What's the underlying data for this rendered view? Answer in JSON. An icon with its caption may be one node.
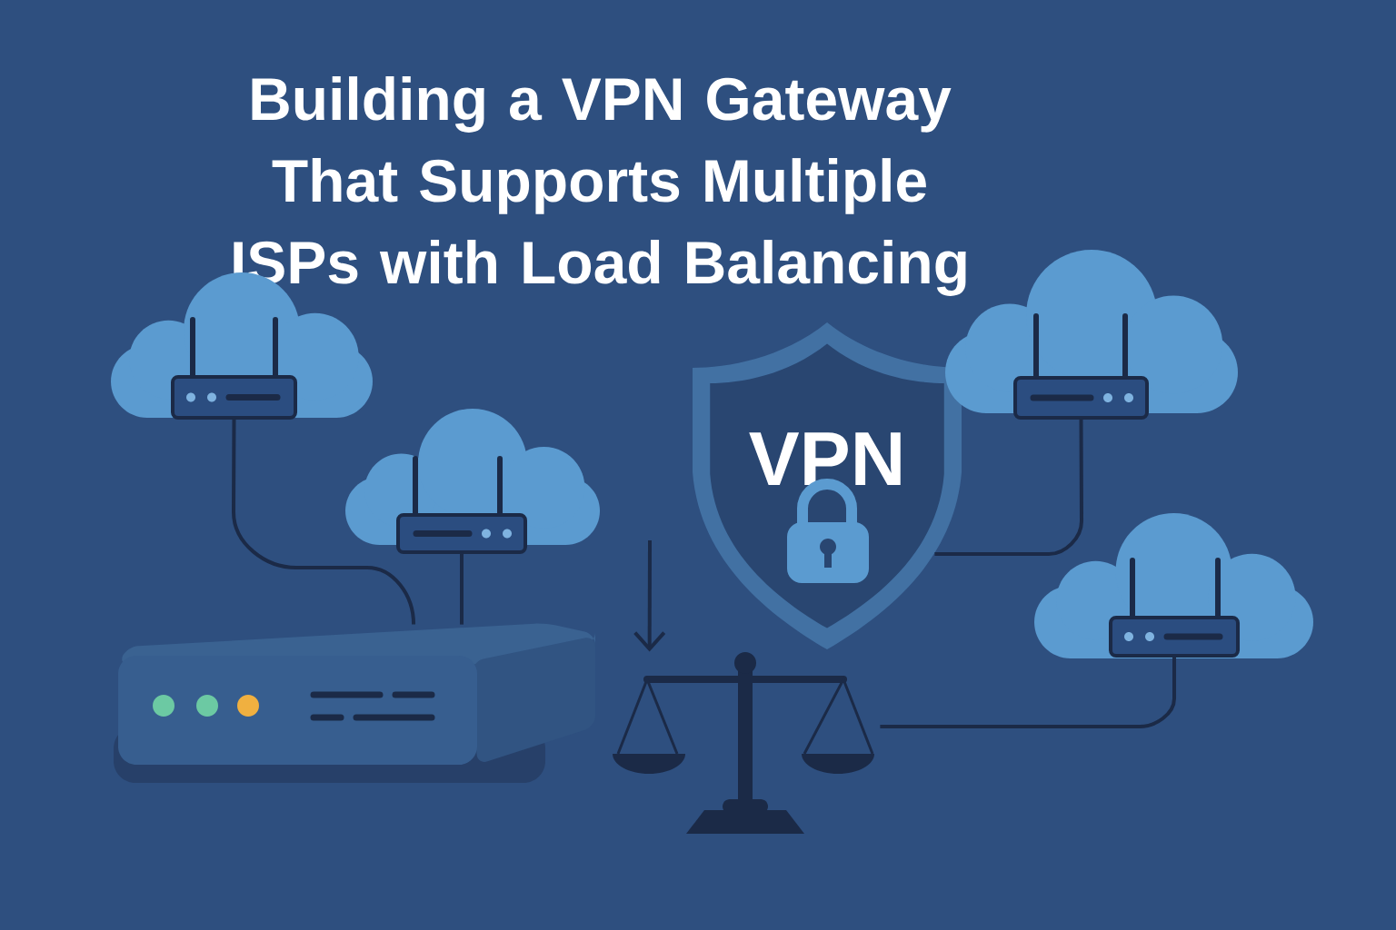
{
  "diagram": {
    "title": "Building a VPN Gateway That Supports Multiple ISPs with Load Balancing",
    "nodes": [
      {
        "text": [],
        "shape": "cloud"
      },
      {
        "text": [],
        "shape": "cloud"
      },
      {
        "text": [],
        "shape": "box"
      },
      {
        "text": [
          "VPN"
        ]
      },
      {
        "text": [],
        "shape": "picture"
      },
      {
        "text": [],
        "shape": "cloud"
      },
      {
        "text": [],
        "shape": "cloud"
      }
    ],
    "edges": [
      {
        "from": 0,
        "to": 2,
        "arrow": "none"
      },
      {
        "from": 1,
        "to": 2,
        "arrow": "none"
      },
      {
        "from": 5,
        "to": 3,
        "arrow": "none"
      },
      {
        "from": 6,
        "to": 4,
        "arrow": "none"
      },
      {
        "from": null,
        "to": 4,
        "arrow": "to"
      }
    ]
  }
}
